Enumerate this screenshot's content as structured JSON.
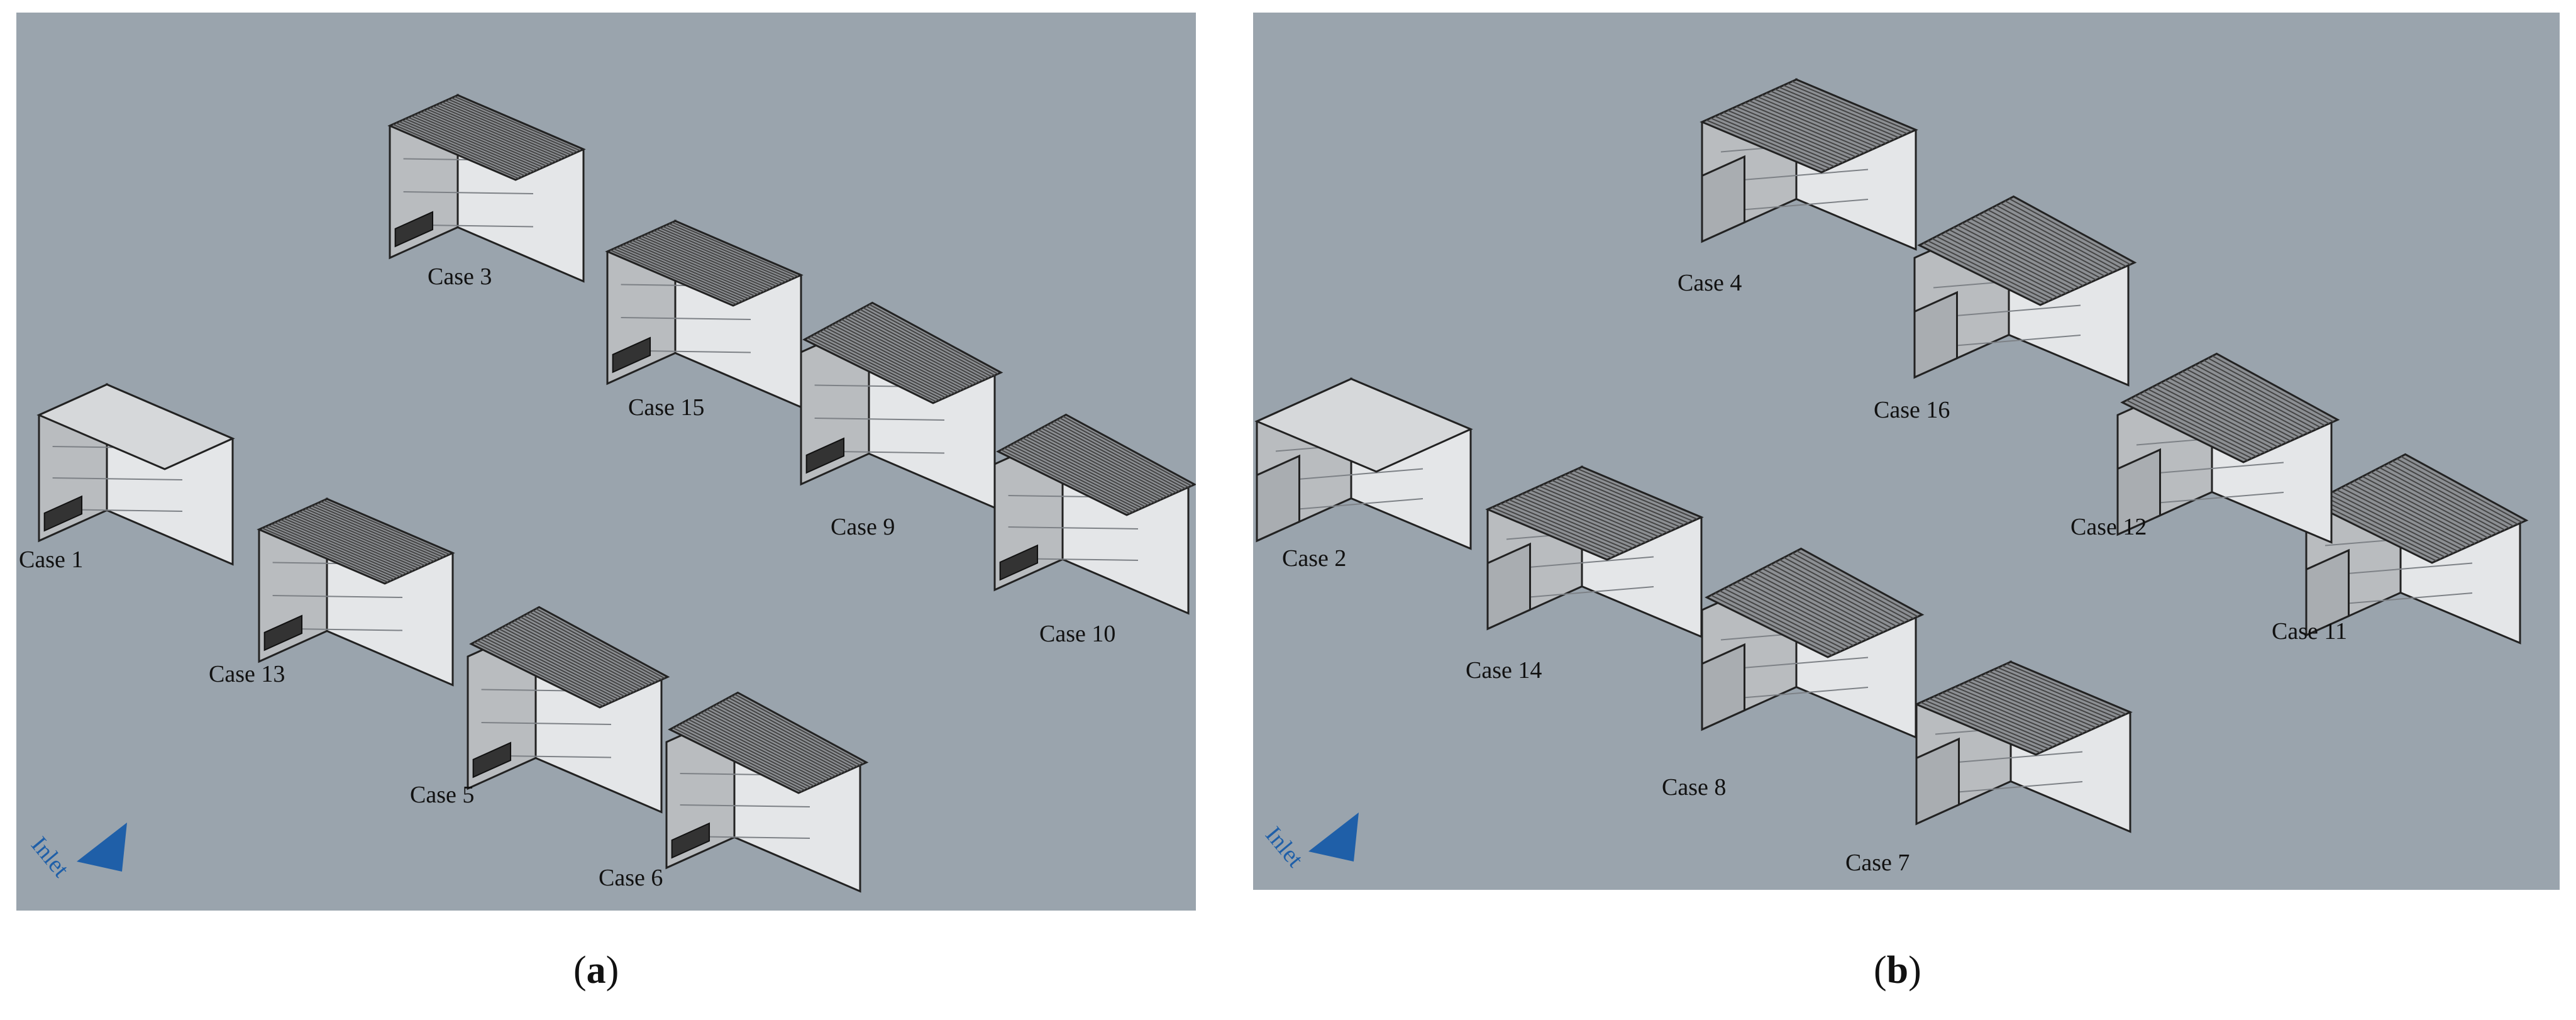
{
  "panels": [
    {
      "id": "a",
      "caption_letter": "a",
      "inlet_label": "Inlet",
      "cases": [
        "Case 1",
        "Case 3",
        "Case 5",
        "Case 6",
        "Case 9",
        "Case 10",
        "Case 13",
        "Case 15"
      ]
    },
    {
      "id": "b",
      "caption_letter": "b",
      "inlet_label": "Inlet",
      "cases": [
        "Case 2",
        "Case 4",
        "Case 7",
        "Case 8",
        "Case 11",
        "Case 12",
        "Case 14",
        "Case 16"
      ]
    }
  ],
  "colors": {
    "panel_background": "#9aa4ad",
    "inlet_arrow": "#1f5fa8",
    "box_front": "#b9bcbf",
    "box_side": "#e4e6e8",
    "roof_slats": "#444444"
  }
}
